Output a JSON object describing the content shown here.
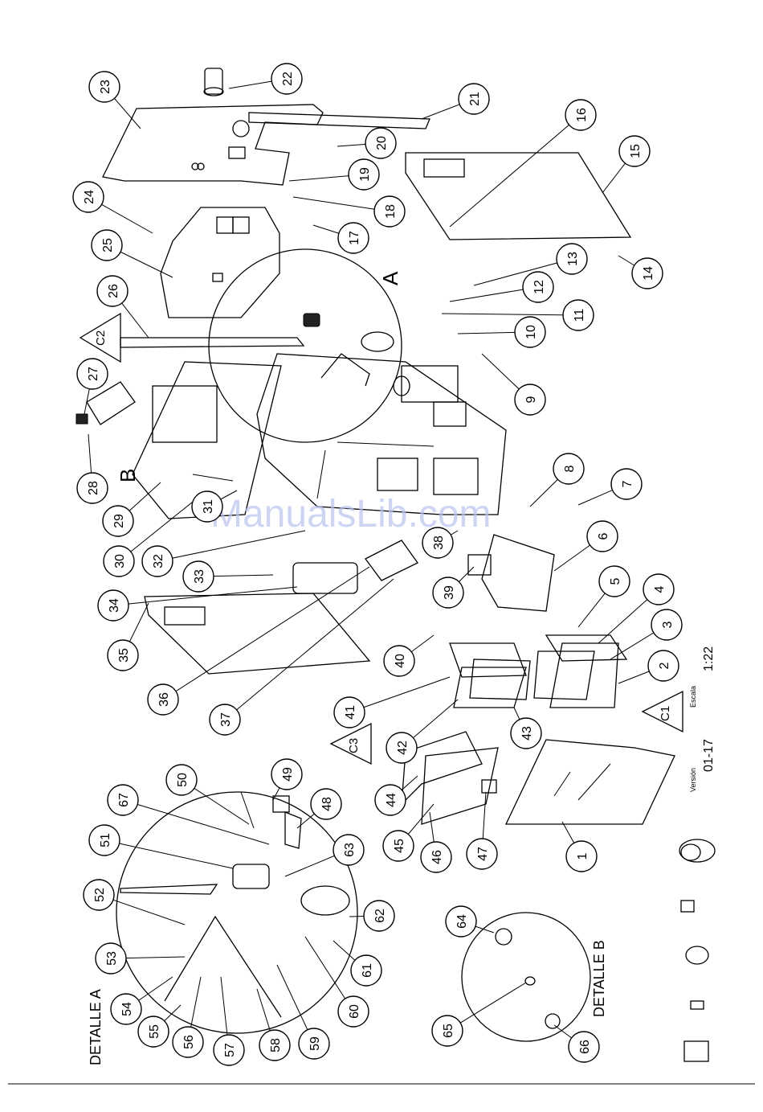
{
  "drawing": {
    "detail_a_title": "DETALLE A",
    "detail_b_title": "DETALLE B",
    "view_a_label": "A",
    "view_b_label": "B",
    "scale_label": "Escala",
    "scale_value": "1:22",
    "version_label": "Versión",
    "version_value": "01-17",
    "section_labels": [
      "C1",
      "C2",
      "C3"
    ],
    "watermark": "ManualsLib.com"
  },
  "callouts": [
    "1",
    "2",
    "3",
    "4",
    "5",
    "6",
    "7",
    "8",
    "9",
    "10",
    "11",
    "12",
    "13",
    "14",
    "15",
    "16",
    "17",
    "18",
    "19",
    "20",
    "21",
    "22",
    "23",
    "24",
    "25",
    "26",
    "27",
    "28",
    "29",
    "30",
    "31",
    "32",
    "33",
    "34",
    "35",
    "36",
    "37",
    "38",
    "39",
    "40",
    "41",
    "42",
    "43",
    "44",
    "45",
    "46",
    "47",
    "48",
    "49",
    "50",
    "51",
    "52",
    "53",
    "54",
    "55",
    "56",
    "57",
    "58",
    "59",
    "60",
    "61",
    "62",
    "63",
    "64",
    "65",
    "66",
    "67"
  ]
}
